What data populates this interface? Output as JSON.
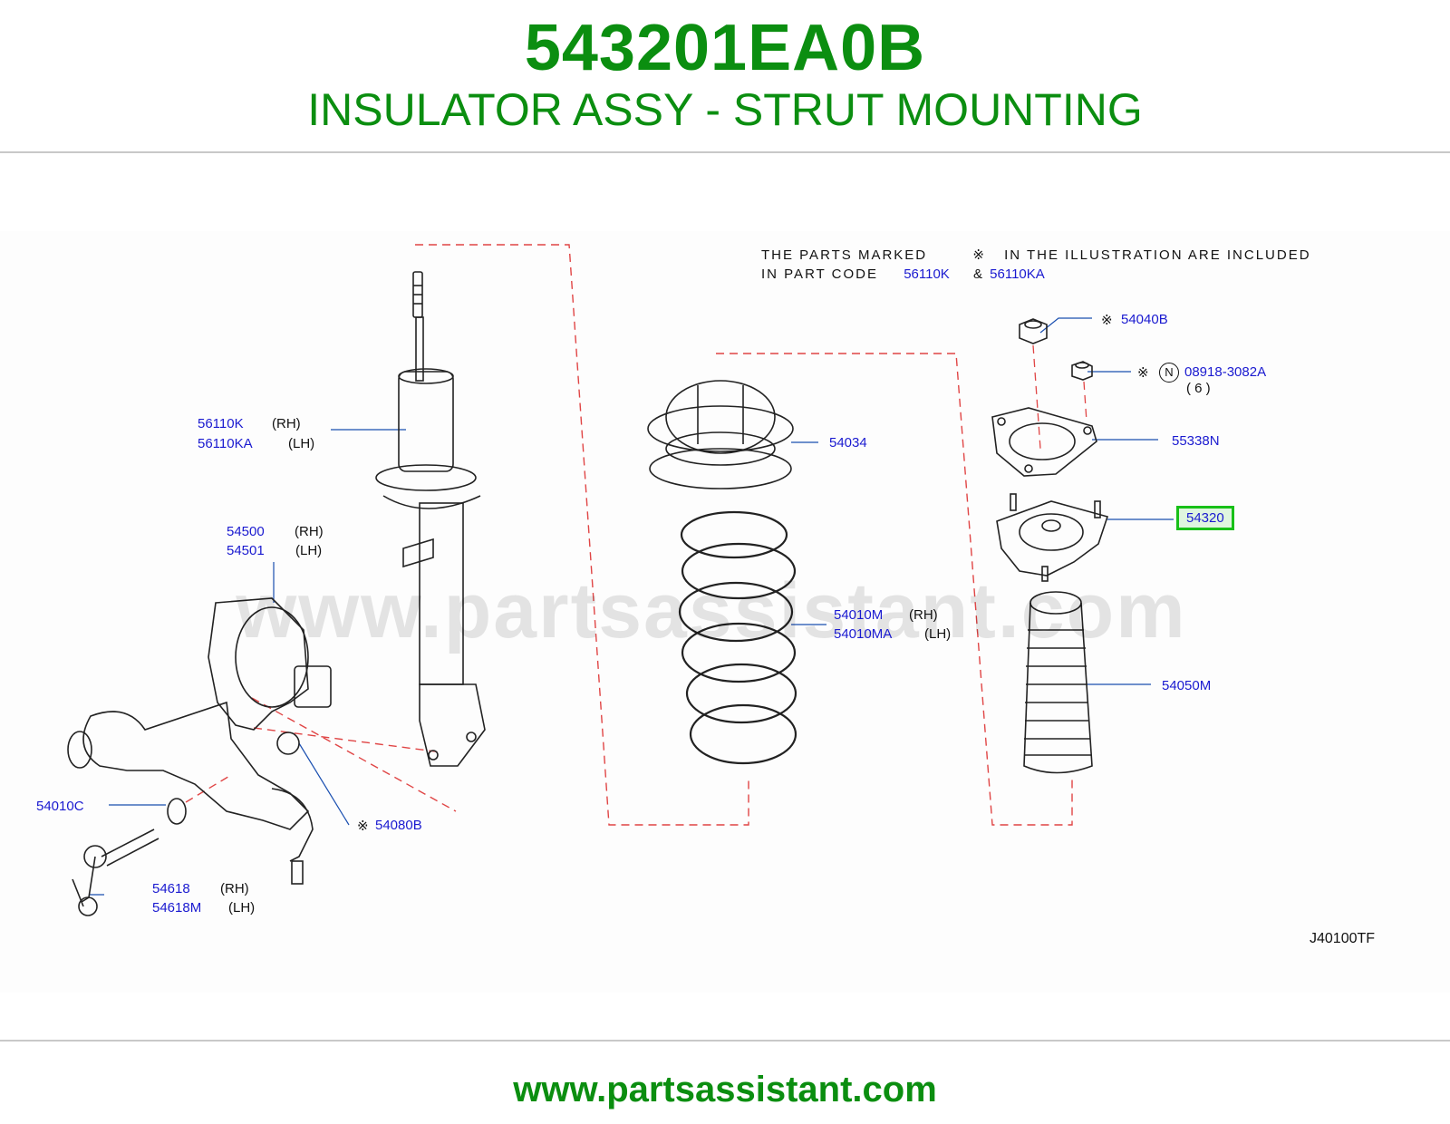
{
  "header": {
    "part_number": "543201EA0B",
    "part_name": "INSULATOR ASSY - STRUT MOUNTING"
  },
  "note": {
    "line1_a": "THE  PARTS  MARKED",
    "line1_mark": "※",
    "line1_b": "IN  THE  ILLUSTRATION  ARE  INCLUDED",
    "line2_a": "IN  PART  CODE",
    "line2_code1": "56110K",
    "line2_amp": "&",
    "line2_code2": "56110KA"
  },
  "callouts": {
    "p56110K": "56110K",
    "p56110K_side": "(RH)",
    "p56110KA": "56110KA",
    "p56110KA_side": "(LH)",
    "p54500": "54500",
    "p54500_side": "(RH)",
    "p54501": "54501",
    "p54501_side": "(LH)",
    "p54010C": "54010C",
    "p54080B_mark": "※",
    "p54080B": "54080B",
    "p54618": "54618",
    "p54618_side": "(RH)",
    "p54618M": "54618M",
    "p54618M_side": "(LH)",
    "p54034": "54034",
    "p54010M": "54010M",
    "p54010M_side": "(RH)",
    "p54010MA": "54010MA",
    "p54010MA_side": "(LH)",
    "p54040B_mark": "※",
    "p54040B": "54040B",
    "p08918_mark": "※",
    "p08918_n": "N",
    "p08918": "08918-3082A",
    "p08918_qty": "( 6 )",
    "p55338N": "55338N",
    "p54320": "54320",
    "p54050M": "54050M"
  },
  "diagram_code": "J40100TF",
  "watermark": "www.partsassistant.com",
  "footer": {
    "url": "www.partsassistant.com"
  },
  "colors": {
    "brand_green": "#0b8e10",
    "label_blue": "#1a1ad0",
    "highlight": "#18c018",
    "leader_red": "#e03030"
  }
}
